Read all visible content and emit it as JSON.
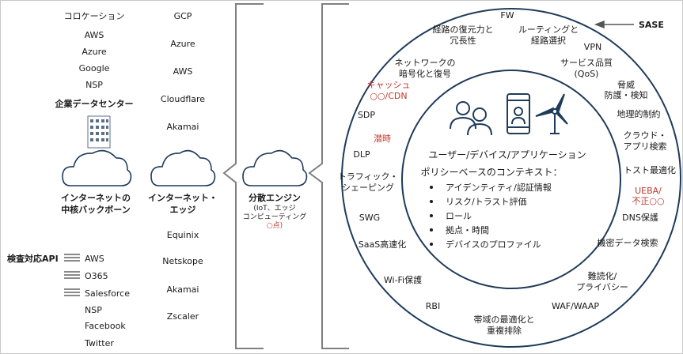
{
  "col1_top": [
    "コロケーション",
    "AWS",
    "Azure",
    "Google",
    "NSP"
  ],
  "col1_cloud_label": "企業データセンター",
  "col1_backbone": [
    "インターネットの",
    "中核バックボーン"
  ],
  "col1_api_label": "検査対応API",
  "col1_api": [
    "AWS",
    "O365",
    "Salesforce",
    "NSP",
    "Facebook",
    "Twitter"
  ],
  "col2_top": [
    "GCP",
    "Azure",
    "AWS",
    "Cloudflare",
    "Akamai"
  ],
  "col2_edge": [
    "インターネット・",
    "エッジ"
  ],
  "col2_bottom": [
    "Equinix",
    "Netskope",
    "Akamai",
    "Zscaler"
  ],
  "col3_title": "分散エンジン",
  "col3_sub": [
    "(IoT、エッジ",
    "コンピューティング",
    "○点)"
  ],
  "sase_label": "SASE",
  "ring": {
    "fw": "FW",
    "path_recovery": [
      "経路の復元力と",
      "冗長性"
    ],
    "routing": [
      "ルーティングと",
      "経路選択"
    ],
    "vpn": "VPN",
    "qos": [
      "サービス品質",
      "(QoS)"
    ],
    "threat": [
      "脅威",
      "防護・検知"
    ],
    "geo": "地理的制約",
    "cloud_search": [
      "クラウド・",
      "アプリ検索"
    ],
    "trust_opt": "トスト最適化",
    "ueba": [
      "UEBA/",
      "不正○○"
    ],
    "dns": "DNS保護",
    "data_search": "機密データ検索",
    "privacy": [
      "難読化/",
      "プライバシー"
    ],
    "waf": "WAF/WAAP",
    "wan_opt": [
      "帯域の最適化と",
      "重複排除"
    ],
    "rbi": "RBI",
    "wifi": "Wi-Fi保護",
    "saas": "SaaS高速化",
    "swg": "SWG",
    "traffic": [
      "トラフィック・",
      "シェーピング"
    ],
    "dlp": "DLP",
    "staging": "潜時",
    "sdp": "SDP",
    "cache": [
      "キャッシュ",
      "○○/CDN"
    ],
    "network_enc": [
      "ネットワークの",
      "暗号化と復号"
    ]
  },
  "center": {
    "title": "ユーザー/デバイス/アプリケーション",
    "subtitle": "ポリシーベースのコンテキスト：",
    "bullets": [
      "アイデンティティ/認証情報",
      "リスク/トラスト評価",
      "ロール",
      "拠点・時間",
      "デバイスのプロファイル"
    ]
  },
  "colors": {
    "line": "#1f3b5a",
    "accent": "#c0392b",
    "gray": "#7f7f7f"
  }
}
